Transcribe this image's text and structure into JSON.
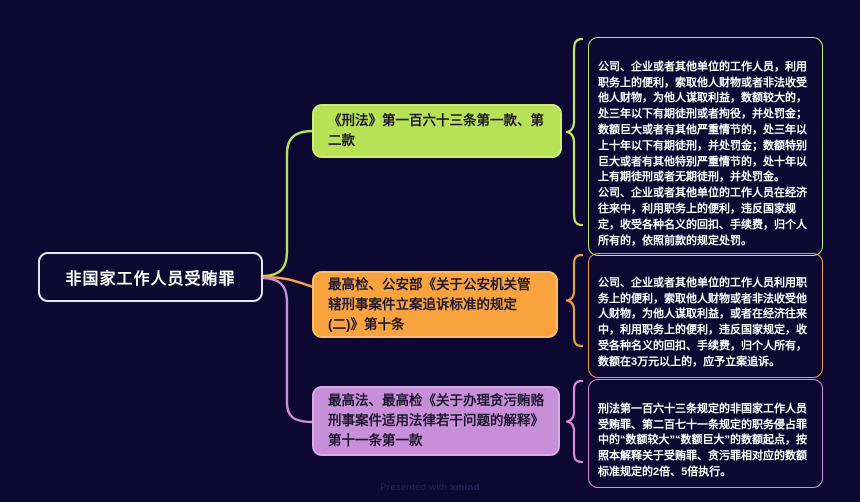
{
  "background": "#0d0831",
  "root": {
    "label": "非国家工作人员受贿罪",
    "border": "#e4e4f1",
    "text_color": "#ffffff"
  },
  "branches": [
    {
      "label": "《刑法》第一百六十三条第一款、第二款",
      "detail": "公司、企业或者其他单位的工作人员，利用职务上的便利，索取他人财物或者非法收受他人财物，为他人谋取利益，数额较大的，处三年以下有期徒刑或者拘役，并处罚金；数额巨大或者有其他严重情节的，处三年以上十年以下有期徒刑，并处罚金；数额特别巨大或者有其他特别严重情节的，处十年以上有期徒刑或者无期徒刑，并处罚金。\n公司、企业或者其他单位的工作人员在经济往来中，利用职务上的便利，违反国家规定，收受各种名义的回扣、手续费，归个人所有的，依照前款的规定处罚。",
      "fill": "#b8e156",
      "fill_border": "#ccec7c",
      "accent": "#c6e962",
      "text_color": "#1f1830"
    },
    {
      "label": "最高检、公安部《关于公安机关管辖刑事案件立案追诉标准的规定(二)》第十条",
      "detail": "公司、企业或者其他单位的工作人员利用职务上的便利，索取他人财物或者非法收受他人财物，为他人谋取利益，或者在经济往来中，利用职务上的便利，违反国家规定，收受各种名义的回扣、手续费，归个人所有，数额在3万元以上的，应予立案追诉。",
      "fill": "#f8a33e",
      "fill_border": "#fbbd6b",
      "accent": "#f09d3c",
      "text_color": "#1f1830"
    },
    {
      "label": "最高法、最高检《关于办理贪污贿赂刑事案件适用法律若干问题的解释》第十一条第一款",
      "detail": "刑法第一百六十三条规定的非国家工作人员受贿罪、第二百七十一条规定的职务侵占罪中的“数额较大”“数额巨大”的数额起点，按照本解释关于受贿罪、贪污罪相对应的数额标准规定的2倍、5倍执行。",
      "fill": "#c78fd7",
      "fill_border": "#d9abe4",
      "accent": "#da8bd8",
      "text_color": "#1f1830"
    }
  ],
  "watermark": {
    "prefix": "Presented with ",
    "brand": "xmind",
    "color": "#2a2258"
  }
}
